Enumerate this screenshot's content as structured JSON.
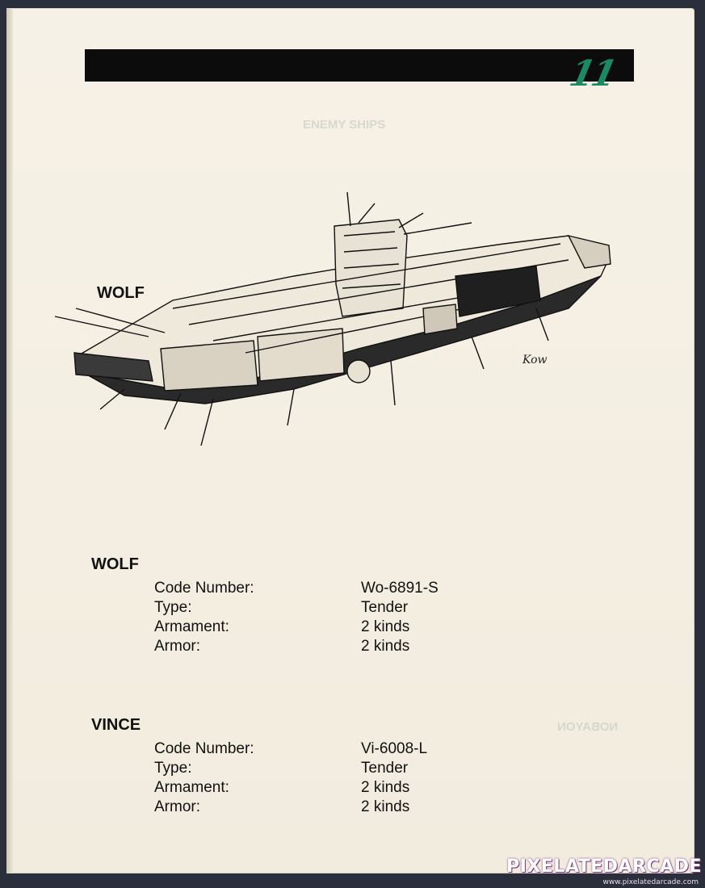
{
  "page_number": "11",
  "ghost_heading": "ENEMY SHIPS",
  "ghost_ship_name": "NOBAYON",
  "illustration": {
    "caption": "WOLF",
    "signature": "Kow"
  },
  "ships": [
    {
      "name": "WOLF",
      "specs": [
        {
          "label": "Code Number:",
          "value": "Wo-6891-S"
        },
        {
          "label": "Type:",
          "value": "Tender"
        },
        {
          "label": "Armament:",
          "value": "2 kinds"
        },
        {
          "label": "Armor:",
          "value": "2 kinds"
        }
      ]
    },
    {
      "name": "VINCE",
      "specs": [
        {
          "label": "Code Number:",
          "value": "Vi-6008-L"
        },
        {
          "label": "Type:",
          "value": "Tender"
        },
        {
          "label": "Armament:",
          "value": "2 kinds"
        },
        {
          "label": "Armor:",
          "value": "2 kinds"
        }
      ]
    }
  ],
  "watermark": {
    "brand": "PIXELATEDARCADE",
    "url": "www.pixelatedarcade.com"
  },
  "colors": {
    "page_number": "#1b8a64",
    "header_bar": "#0c0c0c",
    "paper": "#f5efe3"
  }
}
